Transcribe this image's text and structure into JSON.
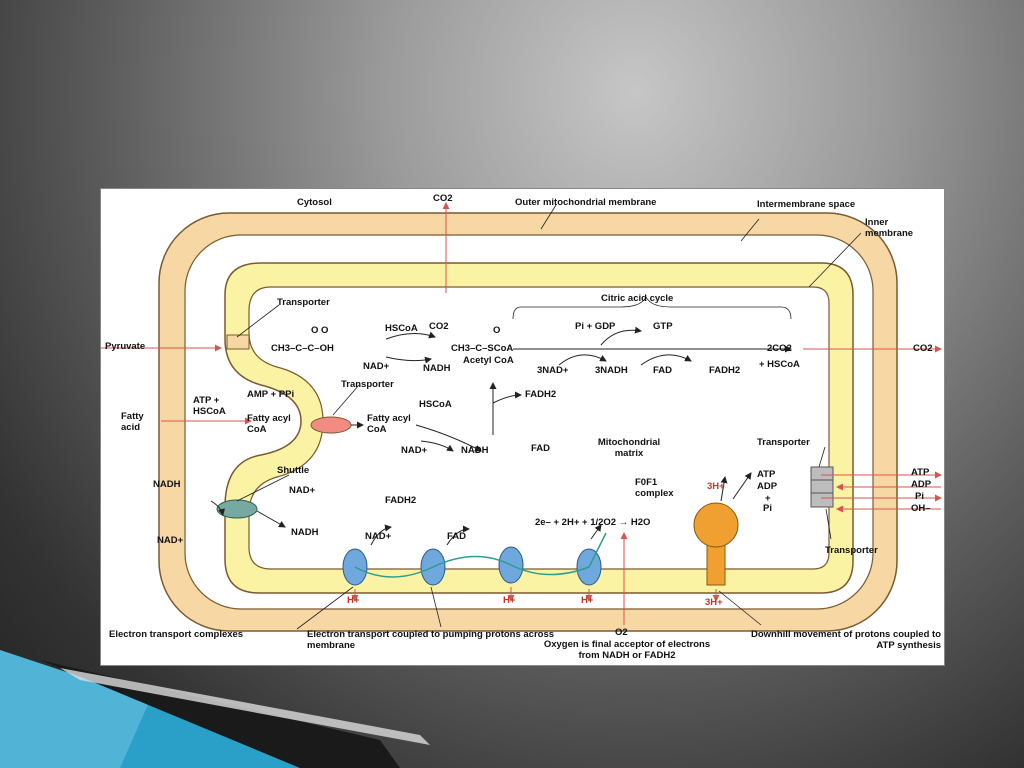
{
  "labels": {
    "cytosol": "Cytosol",
    "co2_top": "CO2",
    "outer_membrane": "Outer mitochondrial membrane",
    "intermembrane_space": "Intermembrane space",
    "inner_membrane": "Inner membrane",
    "transporter_top": "Transporter",
    "citric_acid_cycle": "Citric acid cycle",
    "pyruvate": "Pyruvate",
    "pyruvate_formula": "CH3–C–C–OH",
    "carbonyls": "O    O",
    "hscoa_1": "HSCoA",
    "co2_mid": "CO2",
    "acetyl_formula": "CH3–C–SCoA",
    "acetyl_carbonyl": "O",
    "acetyl_coa": "Acetyl CoA",
    "nad_plus_1": "NAD+",
    "nadh_1": "NADH",
    "pi_gdp": "Pi + GDP",
    "gtp": "GTP",
    "three_nad": "3NAD+",
    "three_nadh": "3NADH",
    "fad_cycle": "FAD",
    "fadh2_cycle": "FADH2",
    "two_co2": "2CO2",
    "plus_hscoa": "+ HSCoA",
    "co2_right": "CO2",
    "atp_hscoa": "ATP + HSCoA",
    "amp_ppi": "AMP + PPi",
    "fatty_acid": "Fatty acid",
    "fatty_acyl_coa_out": "Fatty acyl CoA",
    "transporter_mid": "Transporter",
    "fatty_acyl_coa_in": "Fatty acyl CoA",
    "hscoa_2": "HSCoA",
    "fadh2_beta": "FADH2",
    "nad_plus_2": "NAD+",
    "nadh_2": "NADH",
    "fad_beta": "FAD",
    "mito_matrix": "Mitochondrial matrix",
    "transporter_right": "Transporter",
    "atp": "ATP",
    "adp": "ADP",
    "plus": "+",
    "pi": "Pi",
    "atp_out": "ATP",
    "adp_out": "ADP",
    "pi_out": "Pi",
    "oh_out": "OH–",
    "fofi_complex": "F0F1 complex",
    "three_h_top": "3H+",
    "three_h_bottom": "3H+",
    "nadh_cytosol": "NADH",
    "nad_cytosol": "NAD+",
    "shuttle": "Shuttle",
    "nad_shuttle": "NAD+",
    "nadh_shuttle": "NADH",
    "fadh2_etc": "FADH2",
    "nad_plus_etc": "NAD+",
    "fad_etc": "FAD",
    "oxygen_eq": "2e– + 2H+ + 1/2O2 → H2O",
    "h_plus": "H+",
    "o2": "O2",
    "etc_complexes": "Electron transport complexes",
    "etc_pumping": "Electron transport coupled to pumping protons across membrane",
    "oxygen_acceptor": "Oxygen is final acceptor of electrons from NADH or FADH2",
    "downhill": "Downhill movement of protons coupled to ATP synthesis",
    "transporter_bottom": "Transporter"
  },
  "colors": {
    "outer_membrane": "#f7d7a3",
    "inner_membrane": "#fbf3a4",
    "membrane_stroke": "#7a5a30",
    "etc_complex": "#6fa8dc",
    "atp_synthase": "#f0a030",
    "proton_arrow": "#d9534f",
    "electron_path": "#2e9c8f"
  }
}
